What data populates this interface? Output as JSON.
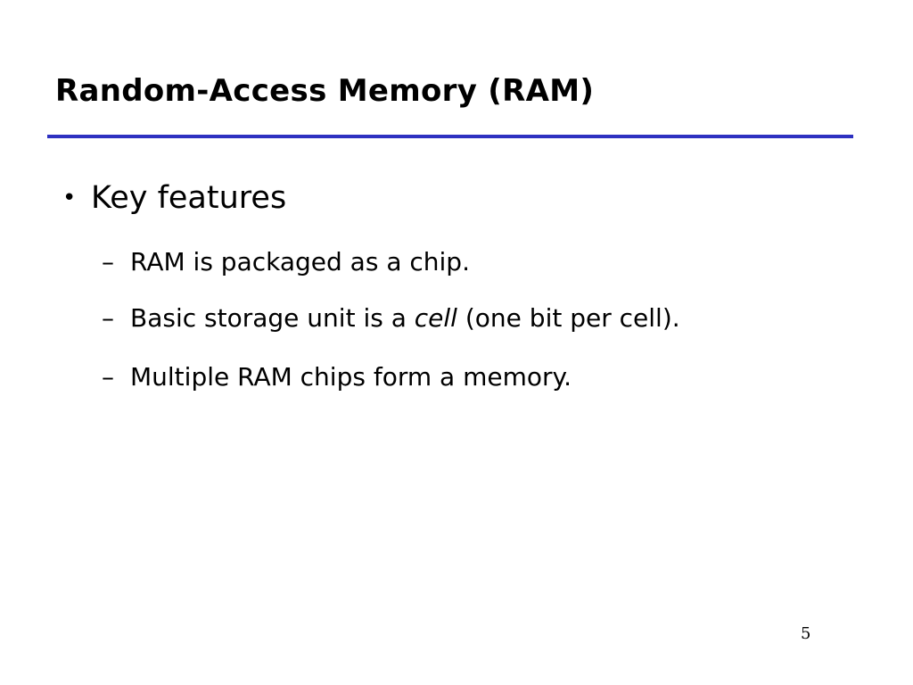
{
  "slide": {
    "title": "Random-Access Memory (RAM)",
    "rule_color": "#2e31c1",
    "bullet": {
      "marker": "•",
      "text": "Key features"
    },
    "sub_bullets": [
      {
        "marker": "–",
        "text": "RAM is packaged as a chip."
      },
      {
        "marker": "–",
        "before": "Basic storage unit is a ",
        "emphasis": "cell",
        "after": " (one bit per cell)."
      },
      {
        "marker": "–",
        "text": "Multiple RAM chips form a memory."
      }
    ],
    "page_number": "5"
  }
}
